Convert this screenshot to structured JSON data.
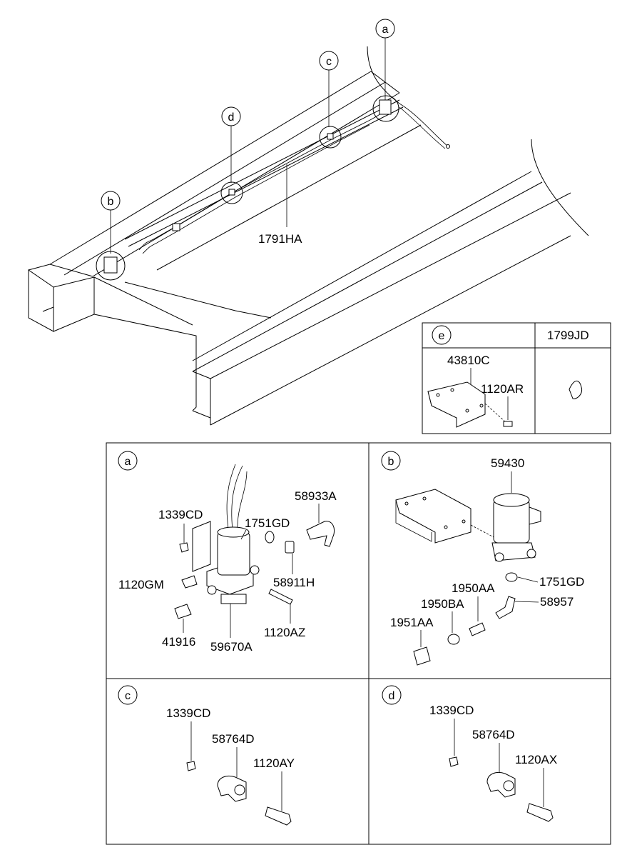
{
  "frame_callouts": {
    "a": "a",
    "b": "b",
    "c": "c",
    "d": "d"
  },
  "frame_part": "1791HA",
  "box_e": {
    "callout": "e",
    "header_right": "1799JD",
    "bracket": "43810C",
    "bolt": "1120AR"
  },
  "panel_a": {
    "callout": "a",
    "parts": {
      "nut": "1339CD",
      "washer": "1751GD",
      "elbow": "58933A",
      "connector": "58911H",
      "bolt_short": "1120GM",
      "fitting": "41916",
      "valve": "59670A",
      "bolt_long": "1120AZ"
    }
  },
  "panel_b": {
    "callout": "b",
    "parts": {
      "valve": "59430",
      "washer": "1751GD",
      "sleeve": "1950AA",
      "elbow": "58957",
      "ring": "1950BA",
      "cap": "1951AA"
    }
  },
  "panel_c": {
    "callout": "c",
    "parts": {
      "nut": "1339CD",
      "clip": "58764D",
      "bolt": "1120AY"
    }
  },
  "panel_d": {
    "callout": "d",
    "parts": {
      "nut": "1339CD",
      "clip": "58764D",
      "bolt": "1120AX"
    }
  }
}
